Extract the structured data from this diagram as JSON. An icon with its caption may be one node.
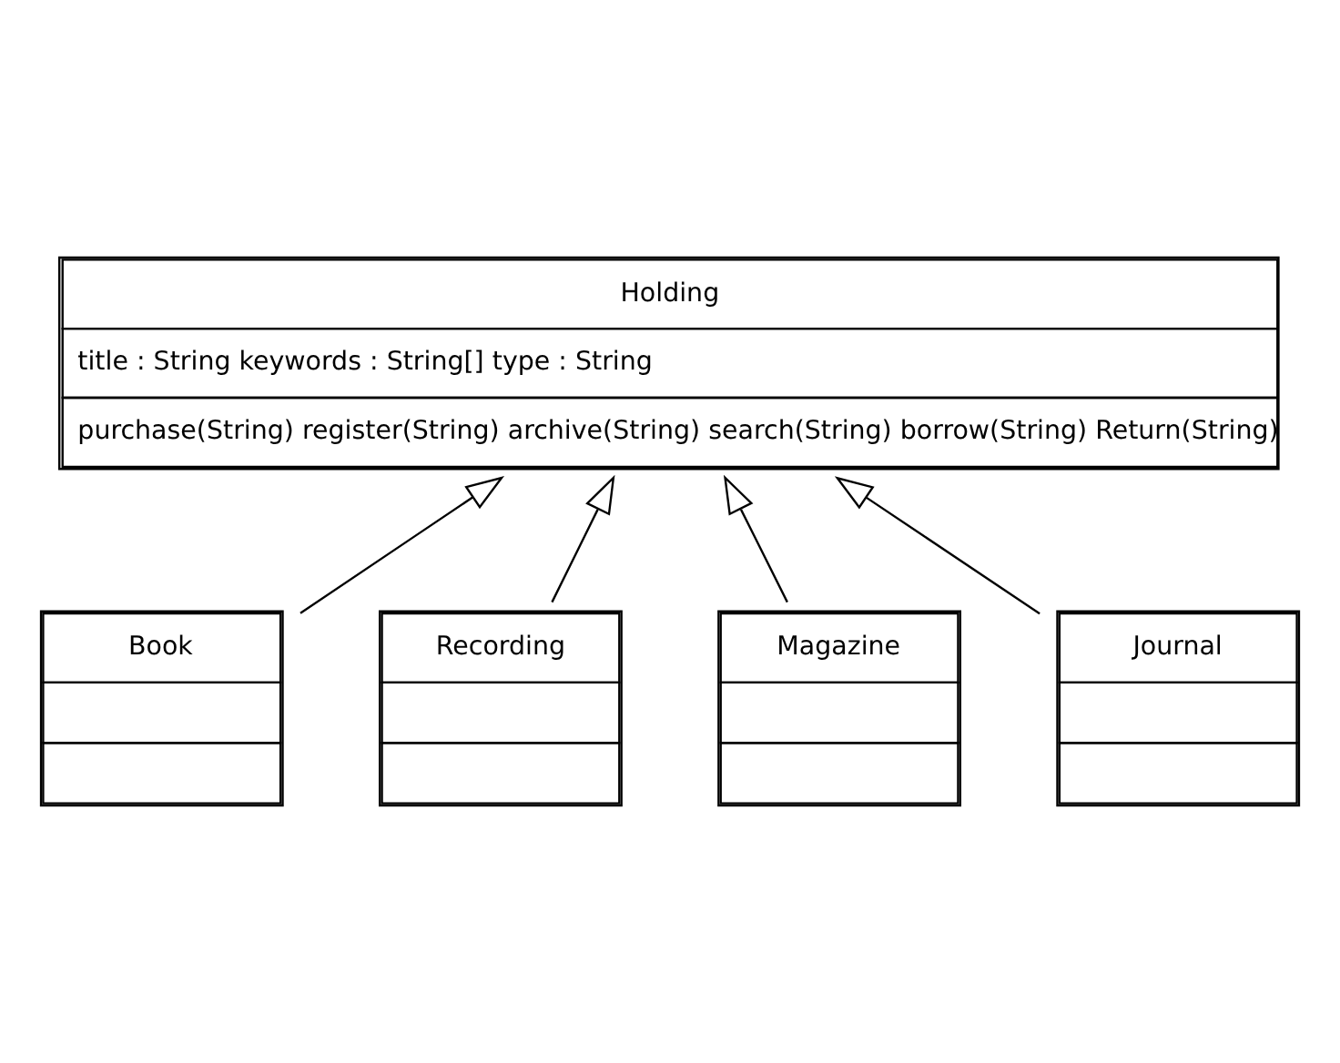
{
  "diagram": {
    "nodes": [
      {
        "text": [
          "Holding",
          "title : String keywords : String[] type : String",
          "purchase(String) register(String) archive(String) search(String) borrow(String) Return(String)"
        ]
      },
      {
        "text": [
          "Book"
        ]
      },
      {
        "text": [
          "Recording"
        ]
      },
      {
        "text": [
          "Magazine"
        ]
      },
      {
        "text": [
          "Journal"
        ]
      }
    ],
    "edges": [
      {
        "from": 1,
        "to": 0,
        "arrow": "to"
      },
      {
        "from": 2,
        "to": 0,
        "arrow": "to"
      },
      {
        "from": 3,
        "to": 0,
        "arrow": "to"
      },
      {
        "from": 4,
        "to": 0,
        "arrow": "to"
      }
    ]
  }
}
